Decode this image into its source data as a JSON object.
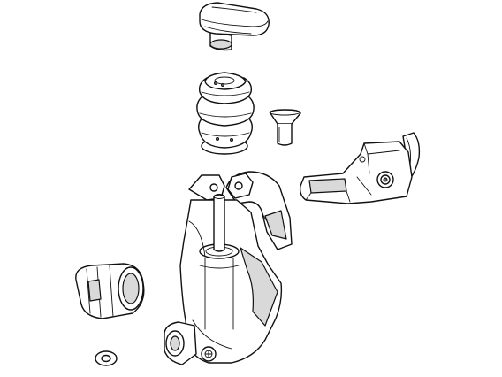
{
  "figure": {
    "background": "#ffffff",
    "line_color": "#111111",
    "shade_color": "#d9d9d9",
    "parts": [
      "cap-knob",
      "rubber-bellows-boot",
      "countersunk-screw",
      "lever-blade-assembly",
      "brake-lever-body",
      "threaded-sleeve",
      "small-washer"
    ]
  }
}
